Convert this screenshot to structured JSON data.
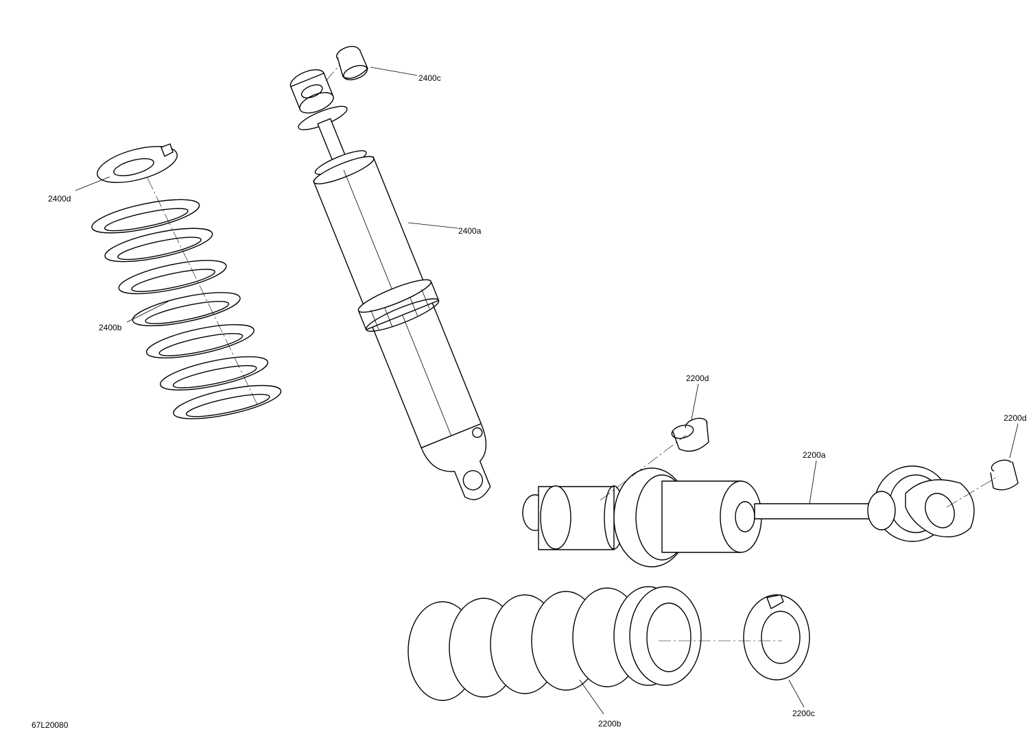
{
  "callouts": {
    "c2400c": "2400c",
    "c2400d": "2400d",
    "c2400a": "2400a",
    "c2400b": "2400b",
    "c2200d_left": "2200d",
    "c2200d_right": "2200d",
    "c2200a": "2200a",
    "c2200b": "2200b",
    "c2200c": "2200c"
  },
  "drawing_number": "67L20080"
}
